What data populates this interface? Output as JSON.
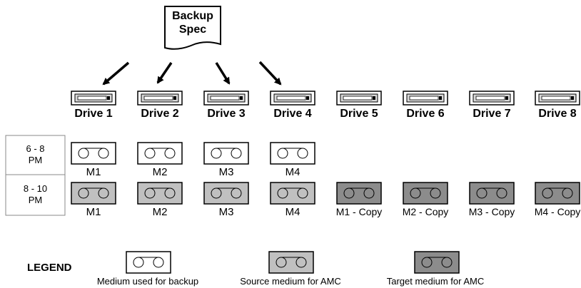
{
  "backup_spec": {
    "line1": "Backup",
    "line2": "Spec"
  },
  "drives": [
    {
      "label": "Drive 1"
    },
    {
      "label": "Drive 2"
    },
    {
      "label": "Drive 3"
    },
    {
      "label": "Drive 4"
    },
    {
      "label": "Drive 5"
    },
    {
      "label": "Drive 6"
    },
    {
      "label": "Drive 7"
    },
    {
      "label": "Drive 8"
    }
  ],
  "time_slots": [
    {
      "line1": "6 - 8",
      "line2": "PM"
    },
    {
      "line1": "8 - 10",
      "line2": "PM"
    }
  ],
  "row1_media": [
    {
      "label": "M1",
      "kind": "backup"
    },
    {
      "label": "M2",
      "kind": "backup"
    },
    {
      "label": "M3",
      "kind": "backup"
    },
    {
      "label": "M4",
      "kind": "backup"
    }
  ],
  "row2_media": [
    {
      "label": "M1",
      "kind": "source"
    },
    {
      "label": "M2",
      "kind": "source"
    },
    {
      "label": "M3",
      "kind": "source"
    },
    {
      "label": "M4",
      "kind": "source"
    },
    {
      "label": "M1 - Copy",
      "kind": "target"
    },
    {
      "label": "M2 - Copy",
      "kind": "target"
    },
    {
      "label": "M3 - Copy",
      "kind": "target"
    },
    {
      "label": "M4 - Copy",
      "kind": "target"
    }
  ],
  "legend": {
    "title": "LEGEND",
    "items": [
      {
        "label": "Medium used for backup",
        "kind": "backup"
      },
      {
        "label": "Source medium for AMC",
        "kind": "source"
      },
      {
        "label": "Target medium for AMC",
        "kind": "target"
      }
    ]
  },
  "colors": {
    "backup": "#ffffff",
    "source": "#c0c0c0",
    "target": "#8c8c8c"
  }
}
